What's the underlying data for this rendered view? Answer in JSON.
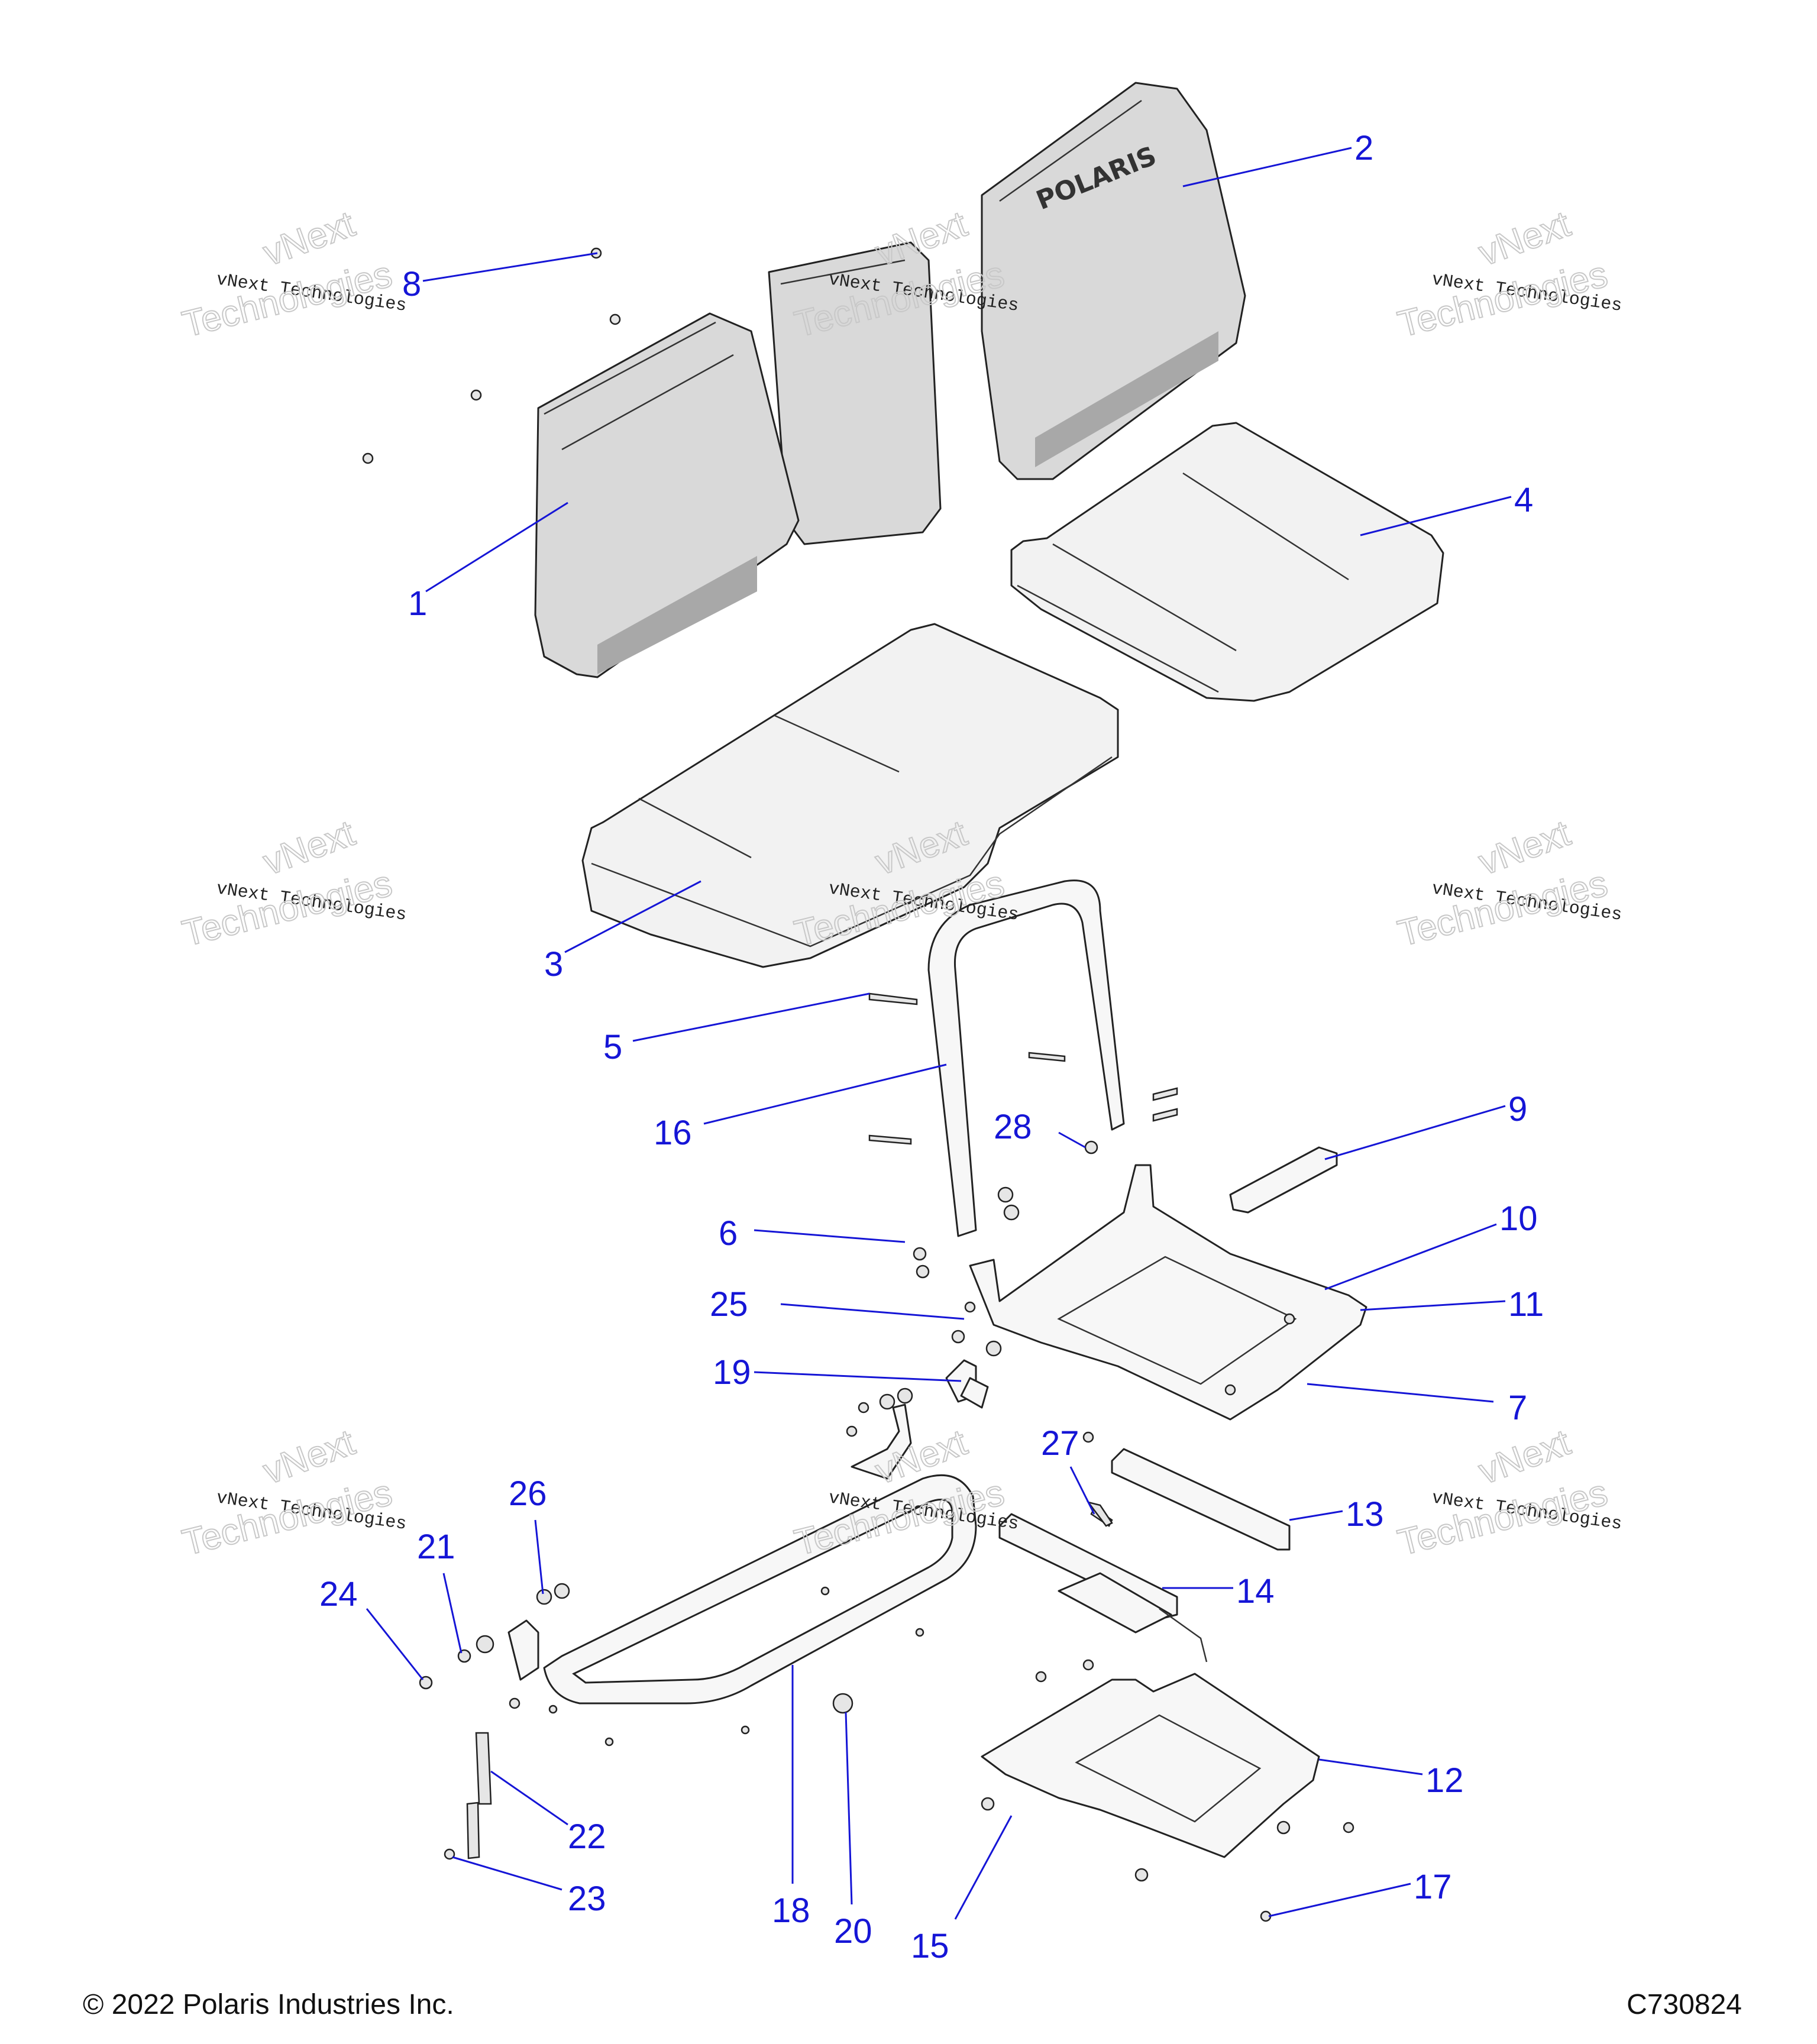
{
  "callouts": [
    "1",
    "2",
    "3",
    "4",
    "5",
    "6",
    "7",
    "8",
    "9",
    "10",
    "11",
    "12",
    "13",
    "14",
    "15",
    "16",
    "17",
    "18",
    "19",
    "20",
    "21",
    "22",
    "23",
    "24",
    "25",
    "26",
    "27",
    "28"
  ],
  "watermark": {
    "line1": "vNext Technologies",
    "line2": "vNext",
    "line3": "Technologies"
  },
  "logo_text": "POLARIS",
  "footer": {
    "copyright": "© 2022 Polaris Industries Inc.",
    "code": "C730824"
  },
  "colors": {
    "callout": "#1515d6",
    "part_fill": "#d9d9d9",
    "outline": "#222222"
  }
}
